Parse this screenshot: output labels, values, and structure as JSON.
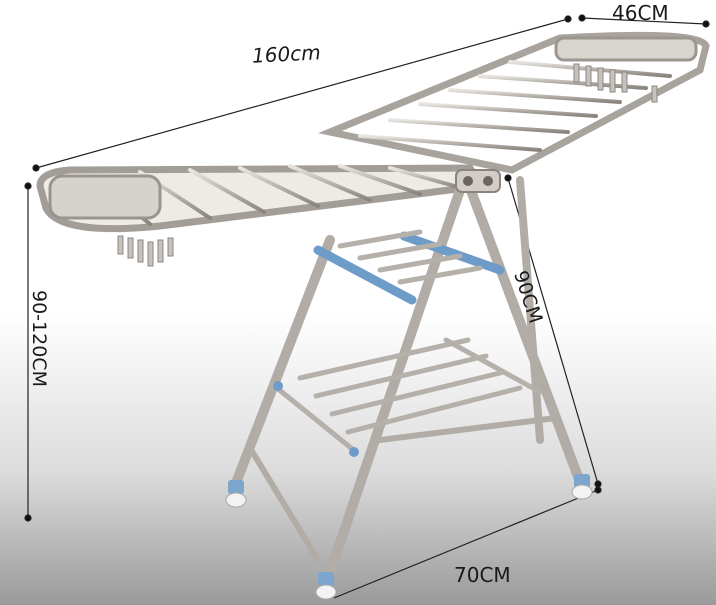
{
  "dimensions": {
    "length": "160cm",
    "width": "46CM",
    "height": "90-120CM",
    "fold_height": "90CM",
    "base": "70CM"
  },
  "colors": {
    "steel": "#b8b2ac",
    "steel_dark": "#8a847e",
    "accent": "#6e9cc9",
    "dim_line": "#222222"
  },
  "icons": {
    "hooks": "clothes-peg-icon",
    "wheels": "caster-wheel-icon"
  }
}
